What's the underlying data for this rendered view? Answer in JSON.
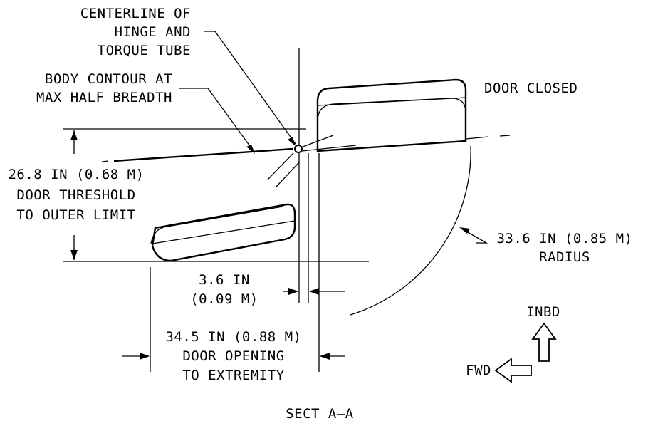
{
  "labels": {
    "centerline_l1": "CENTERLINE OF",
    "centerline_l2": "HINGE AND",
    "centerline_l3": "TORQUE TUBE",
    "body_l1": "BODY CONTOUR AT",
    "body_l2": "MAX HALF BREADTH",
    "door_closed": "DOOR CLOSED",
    "threshold_l1": "26.8 IN (0.68 M)",
    "threshold_l2": "DOOR THRESHOLD",
    "threshold_l3": "TO OUTER LIMIT",
    "radius_l1": "33.6 IN (0.85 M)",
    "radius_l2": "RADIUS",
    "offset_l1": "3.6 IN",
    "offset_l2": "(0.09 M)",
    "opening_l1": "34.5 IN (0.88 M)",
    "opening_l2": "DOOR OPENING",
    "opening_l3": "TO EXTREMITY",
    "inbd": "INBD",
    "fwd": "FWD",
    "section": "SECT A–A"
  }
}
